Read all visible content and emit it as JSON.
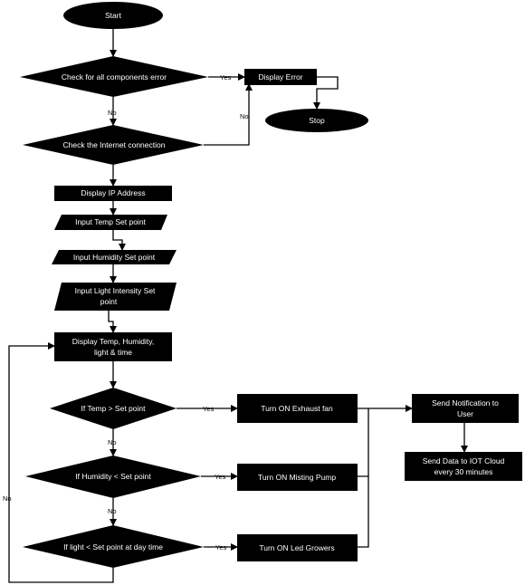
{
  "nodes": {
    "start": "Start",
    "check_components": "Check for all components error",
    "display_error": "Display Error",
    "stop": "Stop",
    "check_internet": "Check the Internet connection",
    "display_ip": "Display IP Address",
    "input_temp": "Input Temp Set point",
    "input_humidity": "Input Humidity Set point",
    "input_light_1": "Input Light Intensity Set",
    "input_light_2": "point",
    "display_env_1": "Display Temp, Humidity,",
    "display_env_2": "light & time",
    "dec_temp": "If Temp > Set point",
    "dec_humidity": "If Humidity < Set point",
    "dec_light": "If light < Set point at day time",
    "act_fan": "Turn ON Exhaust fan",
    "act_pump": "Turn ON Misting Pump",
    "act_lamp": "Turn ON Led Growers",
    "send_notif_1": "Send Notification to",
    "send_notif_2": "User",
    "send_cloud_1": "Send Data to IOT Cloud",
    "send_cloud_2": "every 30 minutes"
  },
  "edges": {
    "yes": "Yes",
    "no": "No"
  },
  "colors": {
    "node_fill": "#000000",
    "node_text": "#ffffff",
    "line": "#000000",
    "background": "#ffffff"
  }
}
